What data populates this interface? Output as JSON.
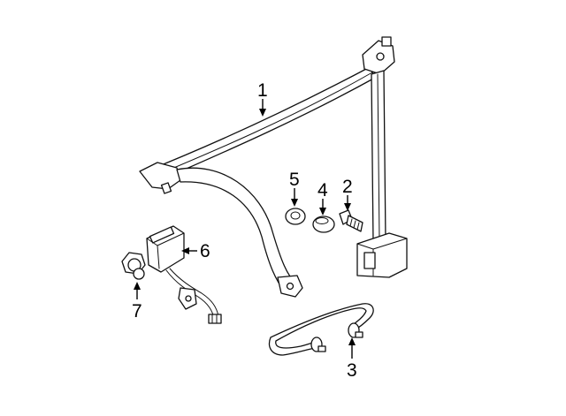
{
  "diagram": {
    "callouts": [
      {
        "id": "1",
        "label": "1"
      },
      {
        "id": "2",
        "label": "2"
      },
      {
        "id": "3",
        "label": "3"
      },
      {
        "id": "4",
        "label": "4"
      },
      {
        "id": "5",
        "label": "5"
      },
      {
        "id": "6",
        "label": "6"
      },
      {
        "id": "7",
        "label": "7"
      }
    ],
    "colors": {
      "line": "#111111",
      "background": "#ffffff"
    }
  }
}
